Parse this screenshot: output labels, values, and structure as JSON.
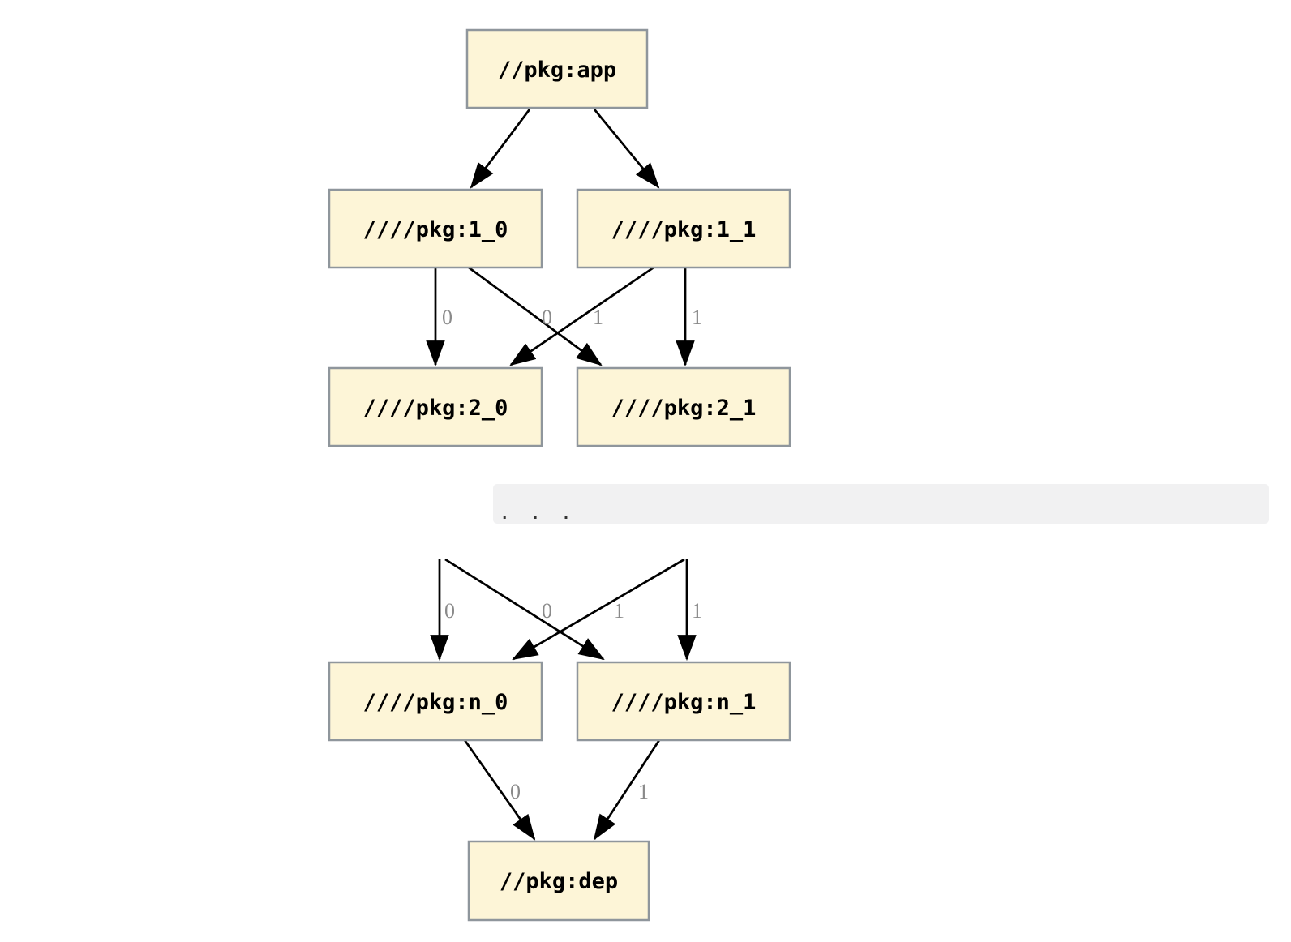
{
  "diagram": {
    "type": "dependency-graph",
    "colors": {
      "background": "#FFFFFF",
      "node_fill": "#FDF5D7",
      "node_border": "#8F969C",
      "edge": "#000000",
      "edge_label": "#8A8A8A",
      "ellipsis_bar_bg": "#F1F1F2"
    },
    "nodes": [
      {
        "id": "app",
        "label": "//pkg:app"
      },
      {
        "id": "1_0",
        "label": "////pkg:1_0"
      },
      {
        "id": "1_1",
        "label": "////pkg:1_1"
      },
      {
        "id": "2_0",
        "label": "////pkg:2_0"
      },
      {
        "id": "2_1",
        "label": "////pkg:2_1"
      },
      {
        "id": "n_0",
        "label": "////pkg:n_0"
      },
      {
        "id": "n_1",
        "label": "////pkg:n_1"
      },
      {
        "id": "dep",
        "label": "//pkg:dep"
      }
    ],
    "ellipsis": {
      "text": ". . ."
    },
    "edges": [
      {
        "from": "app",
        "to": "1_0",
        "label": ""
      },
      {
        "from": "app",
        "to": "1_1",
        "label": ""
      },
      {
        "from": "1_0",
        "to": "2_0",
        "label": "0"
      },
      {
        "from": "1_0",
        "to": "2_1",
        "label": "1"
      },
      {
        "from": "1_1",
        "to": "2_0",
        "label": "0"
      },
      {
        "from": "1_1",
        "to": "2_1",
        "label": "1"
      },
      {
        "from": "...",
        "to": "n_0",
        "label": "0"
      },
      {
        "from": "...",
        "to": "n_1",
        "label": "1"
      },
      {
        "from": "...",
        "to": "n_0",
        "label": "0"
      },
      {
        "from": "...",
        "to": "n_1",
        "label": "1"
      },
      {
        "from": "n_0",
        "to": "dep",
        "label": "0"
      },
      {
        "from": "n_1",
        "to": "dep",
        "label": "1"
      }
    ]
  }
}
